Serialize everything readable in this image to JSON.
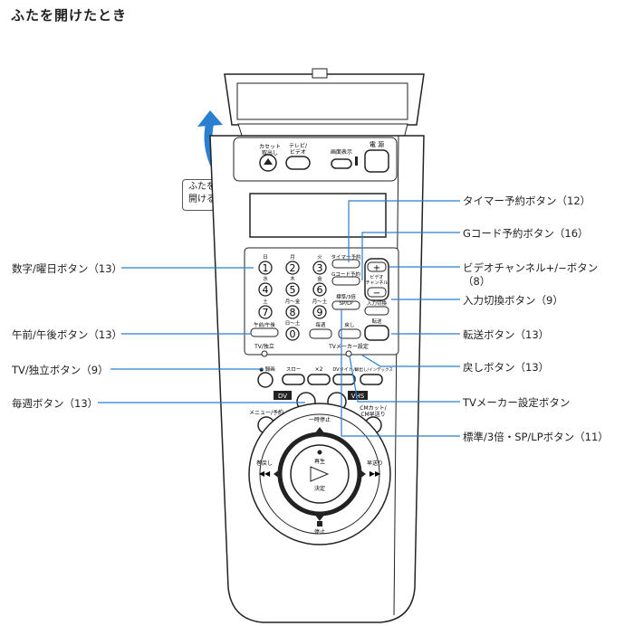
{
  "page_title": "ふたを開けたとき",
  "open_lid": {
    "line1": "ふたを",
    "line2": "開ける"
  },
  "remote": {
    "lid_buttons": {
      "cassette_eject": "カセット\n取出し",
      "tv_video": "テレビ/\nビデオ",
      "display": "画面表示",
      "power": "電 源"
    },
    "keypad": [
      {
        "day": "日",
        "num": "1"
      },
      {
        "day": "月",
        "num": "2"
      },
      {
        "day": "火",
        "num": "3"
      },
      {
        "day": "水",
        "num": "4"
      },
      {
        "day": "木",
        "num": "5"
      },
      {
        "day": "金",
        "num": "6"
      },
      {
        "day": "土",
        "num": "7"
      },
      {
        "day": "月〜金",
        "num": "8"
      },
      {
        "day": "月〜土",
        "num": "9"
      },
      {
        "day": "日〜土",
        "num": "0"
      }
    ],
    "labels": {
      "ampm": "午前/午後",
      "tv_independent": "TV/独立",
      "timer": "タイマー予約",
      "gcode": "Gコード予約",
      "video_channel": "ビデオ\nチャンネル",
      "sp_lp": "標準/3倍\nSP/LP",
      "input": "入力切換",
      "weekly": "毎週",
      "back": "戻し",
      "transfer": "転送",
      "tv_maker": "TVメーカー設定",
      "rec": "● 録画",
      "slow": "スロー",
      "x2": "×2",
      "dv_title": "DVタイトル",
      "index": "頭出し/インデックス",
      "dv": "DV",
      "vhs": "VHS",
      "menu": "メニュー/予約",
      "cm_cut": "CMカット/\nCM早送り",
      "pause": "一時停止",
      "play": "再生",
      "enter": "決定",
      "rewind": "巻戻し",
      "ff": "早送り",
      "stop": "停止"
    }
  },
  "callouts_left": [
    {
      "id": "number-day-button",
      "text": "数字/曜日ボタン（13）"
    },
    {
      "id": "ampm-button",
      "text": "午前/午後ボタン（13）"
    },
    {
      "id": "tv-independent-button",
      "text": "TV/独立ボタン（9）"
    },
    {
      "id": "weekly-button",
      "text": "毎週ボタン（13）"
    }
  ],
  "callouts_right": [
    {
      "id": "timer-reserve-button",
      "text": "タイマー予約ボタン（12）"
    },
    {
      "id": "gcode-reserve-button",
      "text": "Gコード予約ボタン（16）"
    },
    {
      "id": "video-channel-button",
      "text": "ビデオチャンネル+/−ボタン"
    },
    {
      "id": "video-channel-button-page",
      "text": "（8）"
    },
    {
      "id": "input-switch-button",
      "text": "入力切換ボタン（9）"
    },
    {
      "id": "transfer-button",
      "text": "転送ボタン（13）"
    },
    {
      "id": "back-button",
      "text": "戻しボタン（13）"
    },
    {
      "id": "tv-maker-button",
      "text": "TVメーカー設定ボタン"
    },
    {
      "id": "sp-lp-button",
      "text": "標準/3倍・SP/LPボタン（11）"
    }
  ]
}
